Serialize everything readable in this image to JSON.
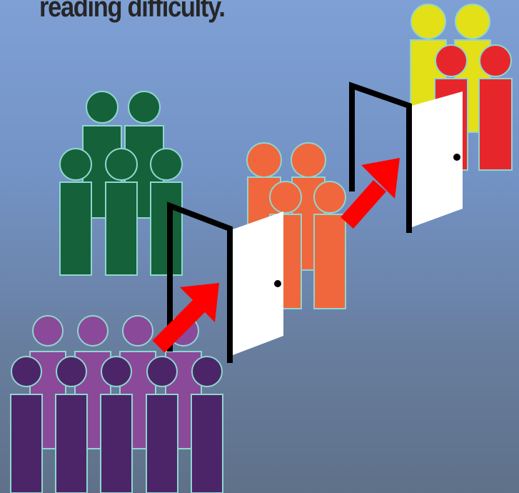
{
  "caption": {
    "text": "reading difficulty."
  },
  "colors": {
    "background_top": "#7fa0d4",
    "background_bottom": "#5f7189",
    "outline": "#8fd6cf",
    "group_purple_back": "#8a4a99",
    "group_purple_front": "#4b2568",
    "group_green": "#15613a",
    "group_orange": "#f0673d",
    "group_yellow": "#e4e017",
    "group_red": "#e7262b",
    "arrow": "#ff0000",
    "door": "#ffffff",
    "door_frame": "#000000"
  },
  "scene": {
    "groups": [
      {
        "name": "purple-group",
        "level": 1
      },
      {
        "name": "green-group",
        "level": 2
      },
      {
        "name": "orange-group",
        "level": 2
      },
      {
        "name": "yellow-red-group",
        "level": 3
      }
    ],
    "doors": [
      {
        "name": "door-1"
      },
      {
        "name": "door-2"
      }
    ],
    "arrows": [
      {
        "name": "arrow-1"
      },
      {
        "name": "arrow-2"
      }
    ]
  }
}
